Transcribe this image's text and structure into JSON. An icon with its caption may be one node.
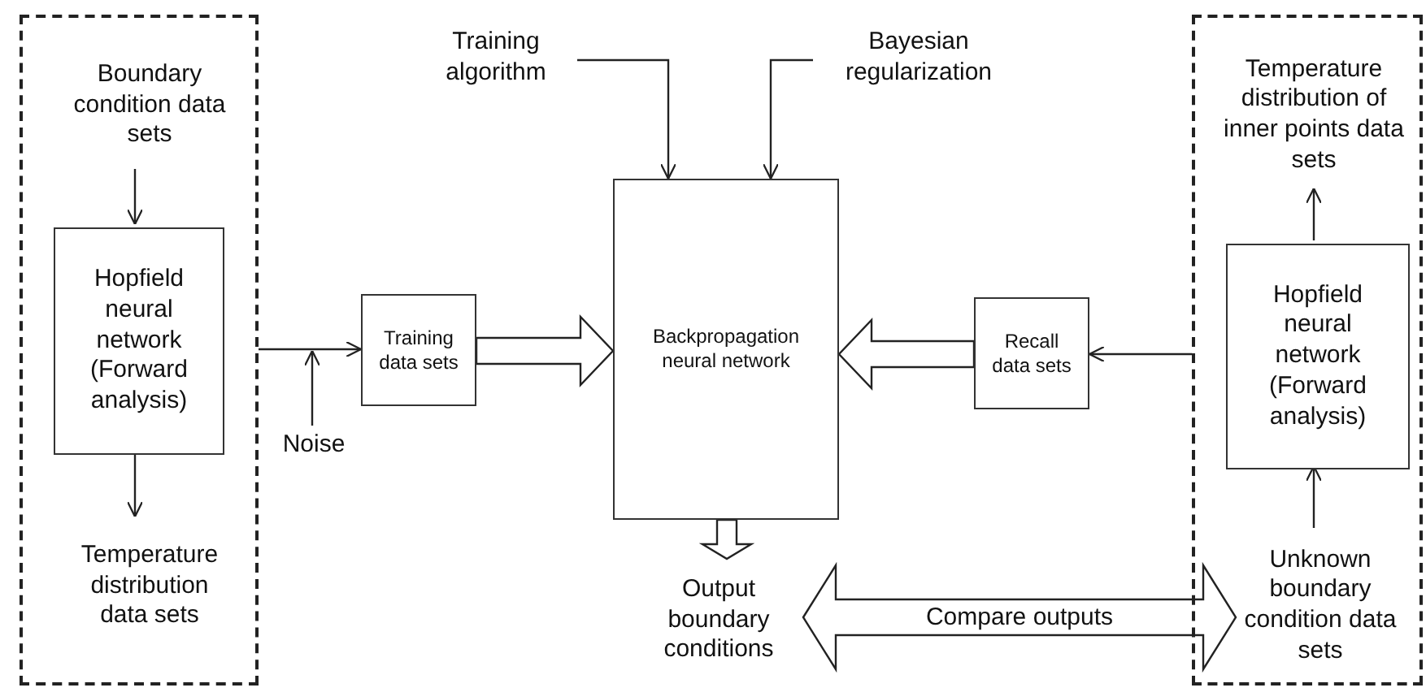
{
  "diagram": {
    "nodes": [
      {
        "text": [],
        "shape": "box"
      },
      {
        "text": [
          "Boundary condition data sets"
        ],
        "in": 0
      },
      {
        "text": [
          "Hopfield neural network (Forward analysis)"
        ],
        "in": 0
      },
      {
        "text": [
          "Temperature distribution data sets"
        ],
        "in": 0
      },
      {
        "text": [
          "Training algorithm"
        ]
      },
      {
        "text": [
          "Bayesian regularization"
        ]
      },
      {
        "text": [
          "Training data sets"
        ]
      },
      {
        "text": [
          "Backpropagation neural network"
        ]
      },
      {
        "text": [
          "Recall data sets"
        ]
      },
      {
        "text": [],
        "shape": "box"
      },
      {
        "text": [
          "Temperature distribution of inner points data sets"
        ],
        "in": 9
      },
      {
        "text": [
          "Hopfield neural network (Forward analysis)"
        ],
        "in": 9
      },
      {
        "text": [
          "Unknown boundary condition data sets"
        ],
        "in": 9
      },
      {
        "text": [
          "Output boundary conditions"
        ]
      },
      {
        "text": [
          "Noise"
        ]
      }
    ],
    "edges": [
      {
        "from": 1,
        "to": 2,
        "arrow": "to"
      },
      {
        "from": 2,
        "to": 3,
        "arrow": "to"
      },
      {
        "from": 0,
        "to": 6,
        "arrow": "to"
      },
      {
        "from": 14,
        "to": null,
        "arrow": "to"
      },
      {
        "from": 4,
        "to": 7,
        "arrow": "to"
      },
      {
        "from": 5,
        "to": 7,
        "arrow": "to"
      },
      {
        "from": 6,
        "to": 7,
        "arrow": "to",
        "style": "thick"
      },
      {
        "from": 8,
        "to": 7,
        "arrow": "to",
        "style": "thick"
      },
      {
        "from": 9,
        "to": 8,
        "arrow": "to"
      },
      {
        "from": 12,
        "to": 11,
        "arrow": "to"
      },
      {
        "from": 11,
        "to": 10,
        "arrow": "to"
      },
      {
        "from": 7,
        "to": 13,
        "arrow": "to",
        "style": "thick"
      },
      {
        "from": 13,
        "to": 12,
        "arrow": "both",
        "style": "thick",
        "label": "Compare outputs"
      }
    ]
  }
}
